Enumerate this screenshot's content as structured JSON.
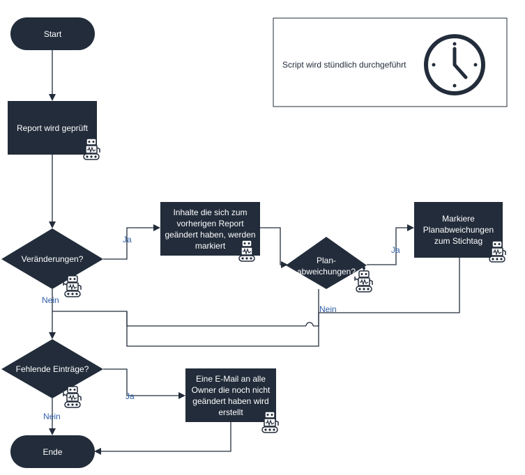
{
  "nodes": {
    "start": "Start",
    "report_check": "Report wird geprüft",
    "changes_decision": "Veränderungen?",
    "mark_changes": "Inhalte die sich zum vorherigen Report geändert haben, werden markiert",
    "plan_decision": "Plan-abweichungen?",
    "mark_plan": "Markiere Planabweichungen zum Stichtag",
    "missing_decision": "Fehlende Einträge?",
    "email": "Eine E-Mail an alle Owner die noch nicht geändert haben wird erstellt",
    "end": "Ende"
  },
  "edge_labels": {
    "changes_yes": "Ja",
    "changes_no": "Nein",
    "plan_yes": "Ja",
    "plan_no": "Nein",
    "missing_yes": "Ja",
    "missing_no": "Nein"
  },
  "note": {
    "text": "Script wird stündlich durchgeführt",
    "icon": "clock-icon"
  },
  "robot_icon": "robot-icon",
  "colors": {
    "node_fill": "#222c3a",
    "node_text": "#ffffff",
    "edge_label": "#2e5ea8",
    "line": "#222c3a"
  }
}
